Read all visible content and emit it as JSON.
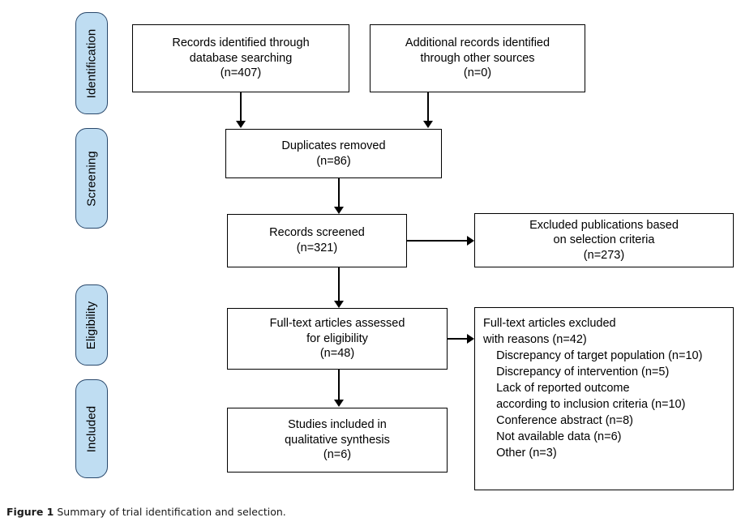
{
  "figure": {
    "caption_label": "Figure 1",
    "caption_text": "Summary of trial identification and selection."
  },
  "stages": [
    {
      "id": "identification",
      "label": "Identification"
    },
    {
      "id": "screening",
      "label": "Screening"
    },
    {
      "id": "eligibility",
      "label": "Eligibility"
    },
    {
      "id": "included",
      "label": "Included"
    }
  ],
  "boxes": {
    "records_identified": {
      "text": "Records identified through\ndatabase searching\n(n=407)",
      "count": 407
    },
    "additional_records": {
      "text": "Additional records identified\nthrough other sources\n(n=0)",
      "count": 0
    },
    "duplicates_removed": {
      "text": "Duplicates removed\n(n=86)",
      "count": 86
    },
    "records_screened": {
      "text": "Records screened\n(n=321)",
      "count": 321
    },
    "excluded_publications": {
      "text": "Excluded publications based\non selection criteria\n(n=273)",
      "count": 273
    },
    "fulltext_assessed": {
      "text": "Full-text articles assessed\nfor eligibility\n(n=48)",
      "count": 48
    },
    "fulltext_excluded": {
      "text": "Full-text articles excluded\nwith reasons (n=42)\n    Discrepancy of target population (n=10)\n    Discrepancy of intervention (n=5)\n    Lack of reported outcome\n    according to inclusion criteria (n=10)\n    Conference abstract (n=8)\n    Not available data (n=6)\n    Other (n=3)",
      "count": 42,
      "reasons": [
        {
          "label": "Discrepancy of target population",
          "count": 10
        },
        {
          "label": "Discrepancy of intervention",
          "count": 5
        },
        {
          "label": "Lack of reported outcome according to inclusion criteria",
          "count": 10
        },
        {
          "label": "Conference abstract",
          "count": 8
        },
        {
          "label": "Not available data",
          "count": 6
        },
        {
          "label": "Other",
          "count": 3
        }
      ]
    },
    "studies_included": {
      "text": "Studies included in\nqualitative synthesis\n(n=6)",
      "count": 6
    }
  },
  "colors": {
    "pill_fill": "#bfddf2",
    "pill_border": "#29486b",
    "box_border": "#000000",
    "background": "#ffffff"
  }
}
